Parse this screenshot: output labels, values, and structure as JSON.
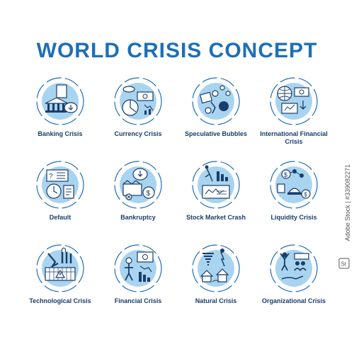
{
  "title": "WORLD CRISIS CONCEPT",
  "colors": {
    "primary": "#1d6fb8",
    "light": "#a9d4ef",
    "dark": "#1a3d6b"
  },
  "items": [
    {
      "label": "Banking Crisis",
      "icon": "bank-icon"
    },
    {
      "label": "Currency Crisis",
      "icon": "currency-icon"
    },
    {
      "label": "Speculative Bubbles",
      "icon": "bubbles-icon"
    },
    {
      "label": "International Financial Crisis",
      "icon": "globe-icon"
    },
    {
      "label": "Default",
      "icon": "default-icon"
    },
    {
      "label": "Bankruptcy",
      "icon": "bankruptcy-icon"
    },
    {
      "label": "Stock Market Crash",
      "icon": "stock-crash-icon"
    },
    {
      "label": "Liquidity Crisis",
      "icon": "liquidity-icon"
    },
    {
      "label": "Technological Crisis",
      "icon": "technology-icon"
    },
    {
      "label": "Financial Crisis",
      "icon": "financial-icon"
    },
    {
      "label": "Natural Crisis",
      "icon": "natural-icon"
    },
    {
      "label": "Organizational Crisis",
      "icon": "organization-icon"
    }
  ],
  "watermark": "Adobe Stock | #339082271"
}
